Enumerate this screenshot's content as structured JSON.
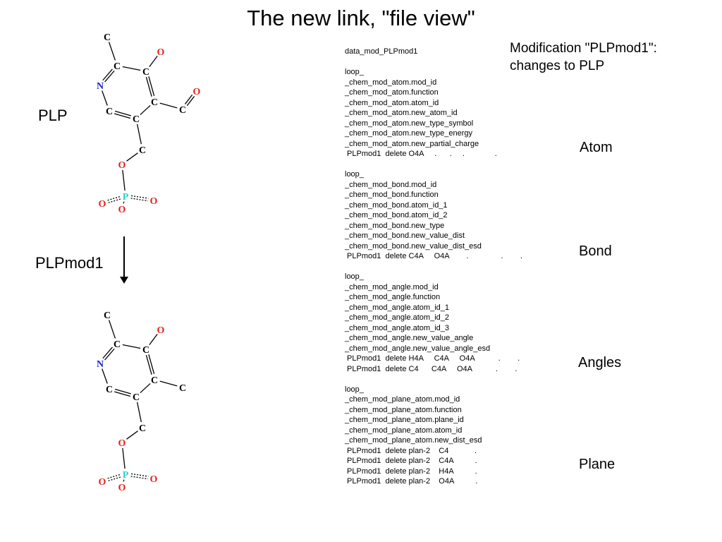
{
  "title": "The new link, \"file view\"",
  "mod_title_line1": "Modification \"PLPmod1\":",
  "mod_title_line2": "changes to PLP",
  "label_plp": "PLP",
  "label_plpmod1": "PLPmod1",
  "section_labels": {
    "atom": "Atom",
    "bond": "Bond",
    "angles": "Angles",
    "plane": "Plane"
  },
  "colors": {
    "carbon": "#000000",
    "oxygen": "#e8201c",
    "nitrogen": "#1b1bd6",
    "phosphorus": "#26d4d4"
  },
  "atoms": {
    "c": "C",
    "o": "O",
    "n": "N",
    "p": "P"
  },
  "cif_lines": [
    "data_mod_PLPmod1",
    "",
    "loop_",
    "_chem_mod_atom.mod_id",
    "_chem_mod_atom.function",
    "_chem_mod_atom.atom_id",
    "_chem_mod_atom.new_atom_id",
    "_chem_mod_atom.new_type_symbol",
    "_chem_mod_atom.new_type_energy",
    "_chem_mod_atom.new_partial_charge",
    " PLPmod1  delete O4A     .      .     .              .",
    "",
    "loop_",
    "_chem_mod_bond.mod_id",
    "_chem_mod_bond.function",
    "_chem_mod_bond.atom_id_1",
    "_chem_mod_bond.atom_id_2",
    "_chem_mod_bond.new_type",
    "_chem_mod_bond.new_value_dist",
    "_chem_mod_bond.new_value_dist_esd",
    " PLPmod1  delete C4A     O4A        .               .        .",
    "",
    "loop_",
    "_chem_mod_angle.mod_id",
    "_chem_mod_angle.function",
    "_chem_mod_angle.atom_id_1",
    "_chem_mod_angle.atom_id_2",
    "_chem_mod_angle.atom_id_3",
    "_chem_mod_angle.new_value_angle",
    "_chem_mod_angle.new_value_angle_esd",
    " PLPmod1  delete H4A     C4A     O4A           .        .",
    " PLPmod1  delete C4      C4A     O4A           .        .",
    "",
    "loop_",
    "_chem_mod_plane_atom.mod_id",
    "_chem_mod_plane_atom.function",
    "_chem_mod_plane_atom.plane_id",
    "_chem_mod_plane_atom.atom_id",
    "_chem_mod_plane_atom.new_dist_esd",
    " PLPmod1  delete plan-2    C4            .",
    " PLPmod1  delete plan-2    C4A          .",
    " PLPmod1  delete plan-2    H4A          .",
    " PLPmod1  delete plan-2    O4A          ."
  ]
}
